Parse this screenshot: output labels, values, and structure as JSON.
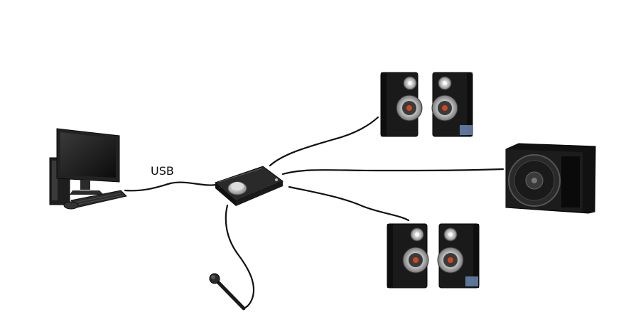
{
  "diagram": {
    "connection_label": "USB",
    "devices": [
      {
        "id": "computer",
        "icon": "desktop-computer-icon"
      },
      {
        "id": "sound_card",
        "icon": "usb-sound-card-icon"
      },
      {
        "id": "front_speakers",
        "icon": "speaker-pair-icon"
      },
      {
        "id": "subwoofer",
        "icon": "subwoofer-icon"
      },
      {
        "id": "rear_speakers",
        "icon": "speaker-pair-icon"
      },
      {
        "id": "microphone",
        "icon": "microphone-icon"
      }
    ]
  },
  "colors": {
    "cable": "#111111",
    "speaker_body": "#1a1a1a",
    "cone": "#c8c8c8",
    "woofer_center": "#d2461e"
  }
}
